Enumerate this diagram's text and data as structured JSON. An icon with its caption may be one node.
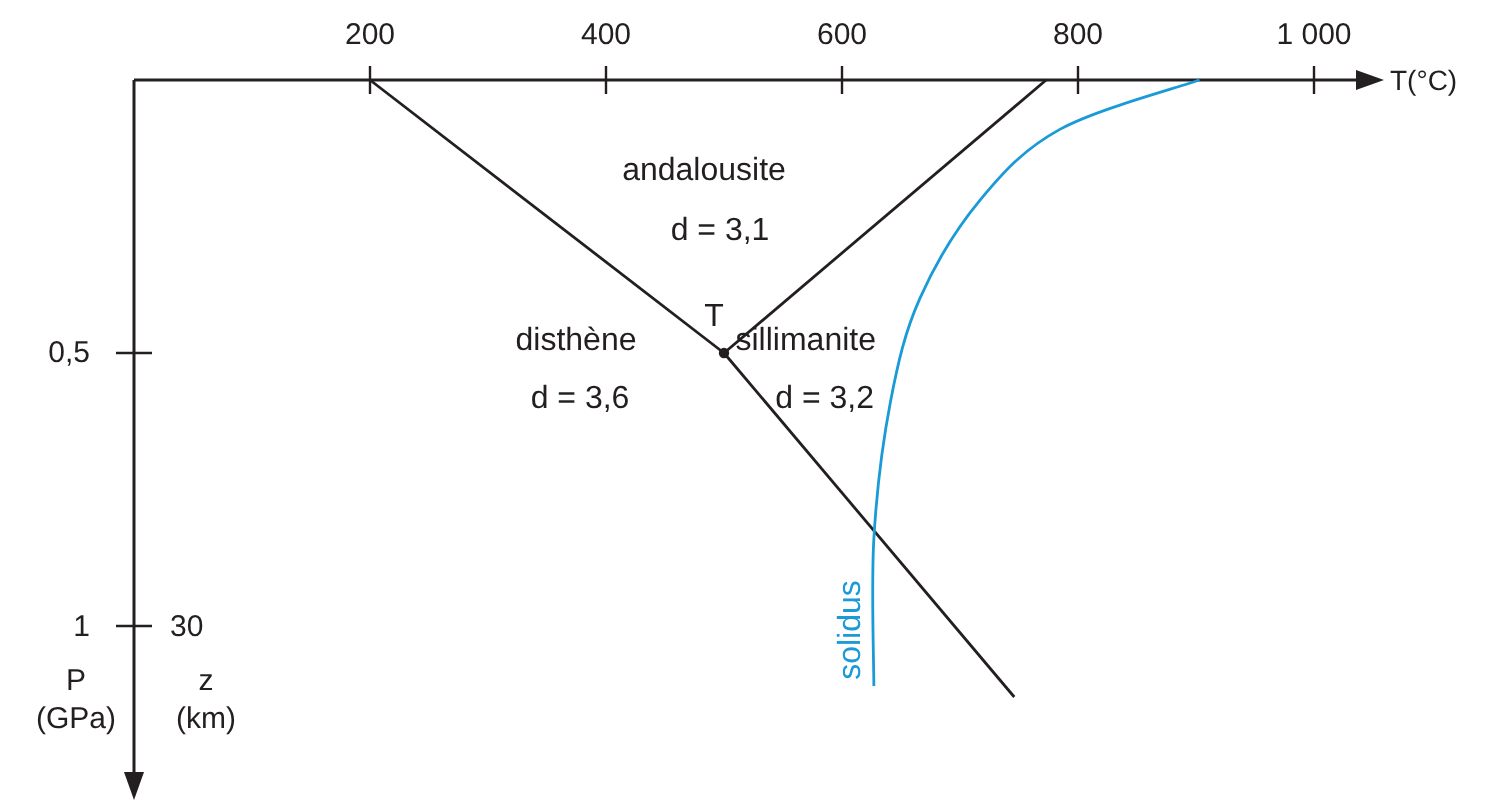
{
  "diagram": {
    "labels": [
      "200",
      "400",
      "600",
      "800",
      "1 000",
      "T(°C)",
      "andalousite",
      "d = 3,1",
      "disthène",
      "T",
      "sillimanite",
      "0,5",
      "d = 3,6",
      "d = 3,2",
      "solidus",
      "1",
      "30",
      "P (GPa)",
      "z (km)"
    ]
  }
}
